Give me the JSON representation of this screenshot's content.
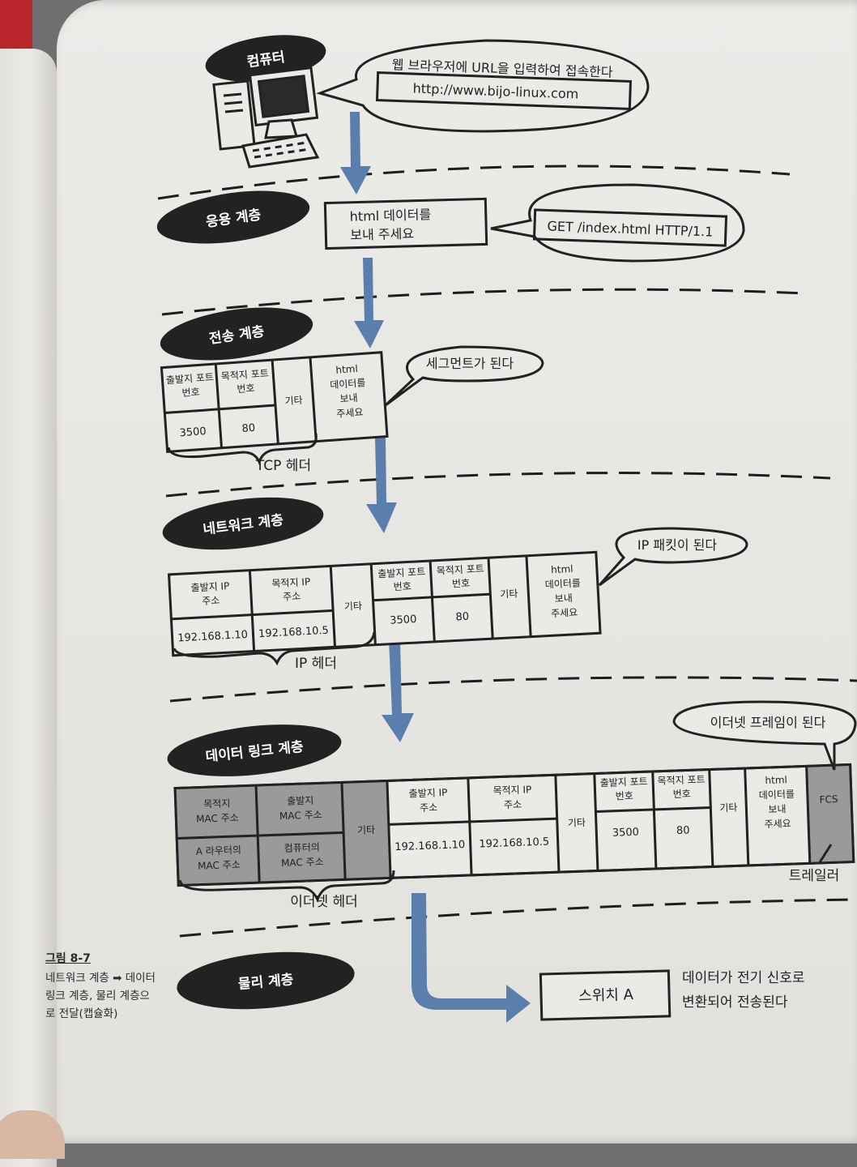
{
  "layers": {
    "computer": "컴퓨터",
    "application": "응용 계층",
    "transport": "전송 계층",
    "network": "네트워크 계층",
    "datalink": "데이터 링크 계층",
    "physical": "물리 계층"
  },
  "computer": {
    "bubble_text": "웹 브라우저에 URL을 입력하여 접속한다",
    "url": "http://www.bijo-linux.com"
  },
  "application": {
    "request_box": [
      "html 데이터를",
      "보내 주세요"
    ],
    "bubble_text": "GET /index.html HTTP/1.1"
  },
  "transport": {
    "headers": [
      "출발지 포트 번호",
      "목적지 포트 번호",
      "기타"
    ],
    "values": [
      "3500",
      "80"
    ],
    "payload": [
      "html",
      "데이터를",
      "보내",
      "주세요"
    ],
    "brace_label": "TCP 헤더",
    "bubble_text": "세그먼트가 된다"
  },
  "network": {
    "ip_headers": [
      "출발지 IP 주소",
      "목적지 IP 주소",
      "기타"
    ],
    "ip_values": [
      "192.168.1.10",
      "192.168.10.5"
    ],
    "tcp_headers": [
      "출발지 포트 번호",
      "목적지 포트 번호",
      "기타"
    ],
    "tcp_values": [
      "3500",
      "80"
    ],
    "payload": [
      "html",
      "데이터를",
      "보내",
      "주세요"
    ],
    "brace_label": "IP 헤더",
    "bubble_text": "IP 패킷이 된다"
  },
  "datalink": {
    "mac_headers": [
      "목적지 MAC 주소",
      "출발지 MAC 주소",
      "기타"
    ],
    "mac_values": [
      "A 라우터의 MAC 주소",
      "컴퓨터의 MAC 주소"
    ],
    "ip_headers": [
      "출발지 IP 주소",
      "목적지 IP 주소",
      "기타"
    ],
    "ip_values": [
      "192.168.1.10",
      "192.168.10.5"
    ],
    "tcp_headers": [
      "출발지 포트 번호",
      "목적지 포트 번호",
      "기타"
    ],
    "tcp_values": [
      "3500",
      "80"
    ],
    "payload": [
      "html",
      "데이터를",
      "보내",
      "주세요"
    ],
    "fcs": "FCS",
    "trailer_label": "트레일러",
    "brace_label": "이더넷 헤더",
    "bubble_text": "이더넷 프레임이 된다"
  },
  "physical": {
    "switch_label": "스위치 A",
    "note": [
      "데이터가 전기 신호로",
      "변환되어 전송된다"
    ]
  },
  "caption": {
    "title": "그림 8-7",
    "text": "네트워크 계층 ➡ 데이터 링크 계층, 물리 계층으로 전달(캡슐화)"
  },
  "colors": {
    "pill": "#222222",
    "arrow": "#5b7fad",
    "shade": "#9a9a9a"
  }
}
